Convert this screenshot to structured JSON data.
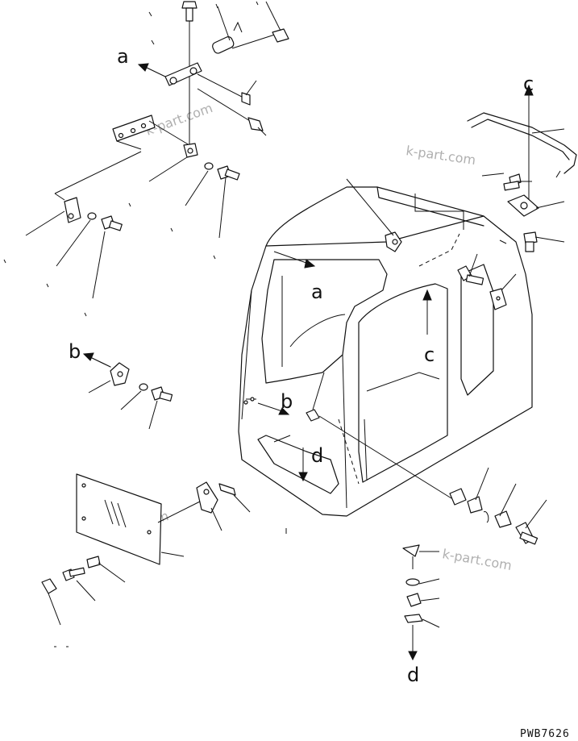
{
  "callouts": {
    "a": "a",
    "b": "b",
    "c": "c",
    "d": "d"
  },
  "watermark": "k-part.com",
  "drawing_code": "PWB7626"
}
